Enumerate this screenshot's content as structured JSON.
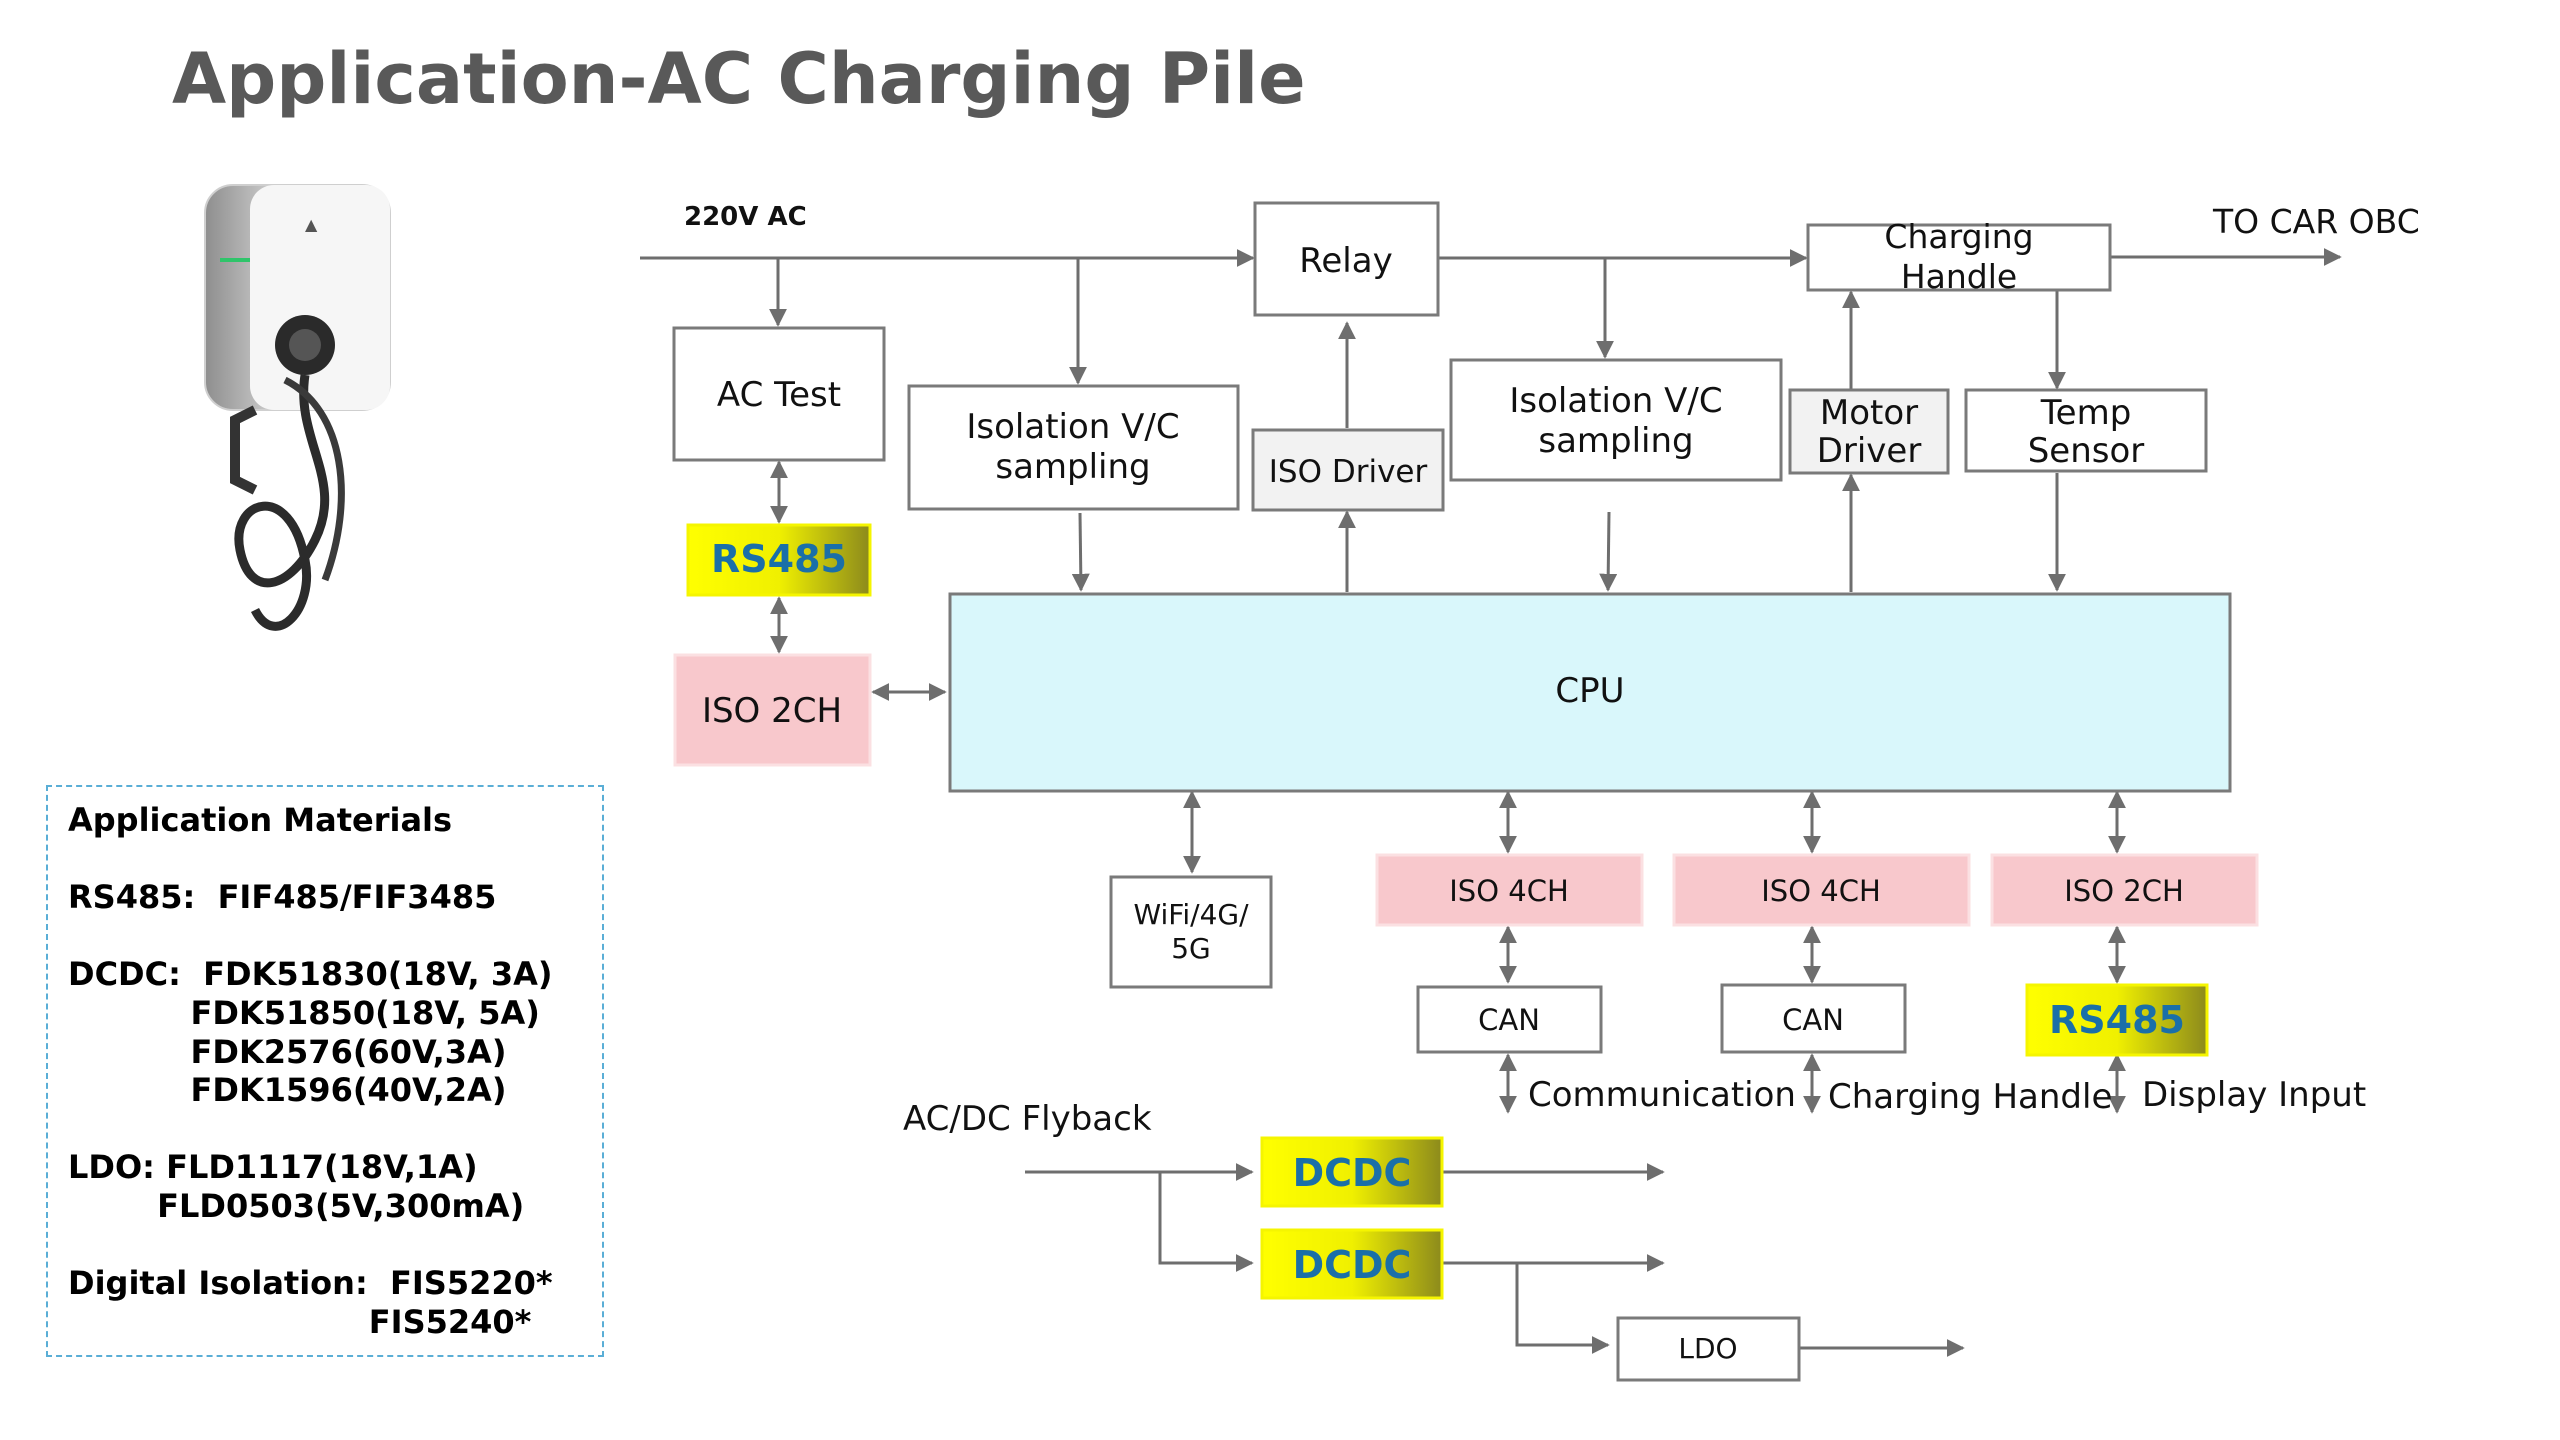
{
  "title": "Application-AC Charging Pile",
  "blocks": {
    "relay": "Relay",
    "ac_test": "AC Test",
    "iso_vc_1_line1": "Isolation V/C",
    "iso_vc_1_line2": "sampling",
    "iso_driver": "ISO Driver",
    "iso_vc_2_line1": "Isolation V/C",
    "iso_vc_2_line2": "sampling",
    "charging_handle_line1": "Charging",
    "charging_handle_line2": "Handle",
    "motor_driver_line1": "Motor",
    "motor_driver_line2": "Driver",
    "temp_sensor_line1": "Temp",
    "temp_sensor_line2": "Sensor",
    "rs485_left": "RS485",
    "iso_2ch_left": "ISO 2CH",
    "cpu": "CPU",
    "wifi_line1": "WiFi/4G/",
    "wifi_line2": "5G",
    "iso_4ch_1": "ISO 4CH",
    "iso_4ch_2": "ISO 4CH",
    "iso_2ch_right": "ISO 2CH",
    "can_1": "CAN",
    "can_2": "CAN",
    "rs485_right": "RS485",
    "dcdc_1": "DCDC",
    "dcdc_2": "DCDC",
    "ldo": "LDO"
  },
  "labels": {
    "ac_input": "220V AC",
    "to_car": "TO CAR OBC",
    "communication": "Communication",
    "charging_handle": "Charging Handle",
    "display_input": "Display Input",
    "flyback": "AC/DC Flyback"
  },
  "materials": {
    "heading": "Application Materials",
    "rs485": "RS485:  FIF485/FIF3485",
    "dcdc_1": "DCDC:  FDK51830(18V, 3A)",
    "dcdc_2": "           FDK51850(18V, 5A)",
    "dcdc_3": "           FDK2576(60V,3A)",
    "dcdc_4": "           FDK1596(40V,2A)",
    "ldo_1": "LDO: FLD1117(18V,1A)",
    "ldo_2": "        FLD0503(5V,300mA)",
    "iso_1": "Digital Isolation:  FIS5220*",
    "iso_2": "                           FIS5240*"
  },
  "colors": {
    "pink": "#f8c8cc",
    "cpu_fill": "#d9f7fb",
    "yellow": "#ffff00",
    "olive": "#8c8a1c",
    "rs485_text": "#1a6fa8",
    "line": "#6e6e6e",
    "title": "#595959"
  }
}
